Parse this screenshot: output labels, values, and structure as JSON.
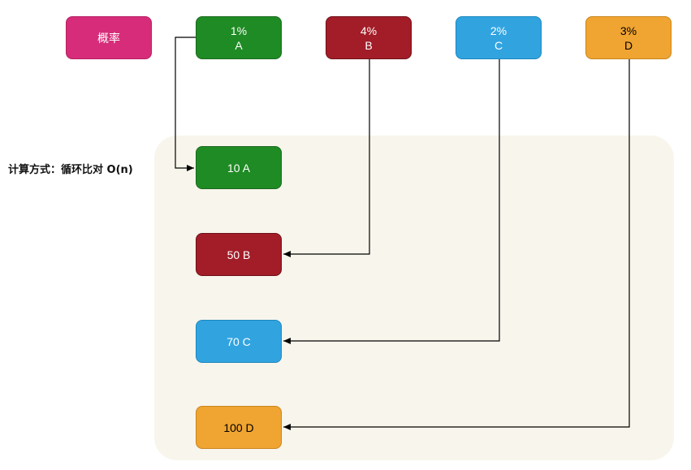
{
  "header": {
    "prob_label": "概率",
    "items": [
      {
        "pct": "1%",
        "name": "A"
      },
      {
        "pct": "4%",
        "name": "B"
      },
      {
        "pct": "2%",
        "name": "C"
      },
      {
        "pct": "3%",
        "name": "D"
      }
    ]
  },
  "method_label": "计算方式：循环比对 O(n)",
  "results": [
    {
      "label": "10 A"
    },
    {
      "label": "50 B"
    },
    {
      "label": "70 C"
    },
    {
      "label": "100 D"
    }
  ],
  "colors": {
    "A": "#1f8b24",
    "B": "#a21d28",
    "C": "#31a4e0",
    "D": "#f0a431",
    "prob": "#d62c79",
    "panel": "#f8f5ec"
  }
}
